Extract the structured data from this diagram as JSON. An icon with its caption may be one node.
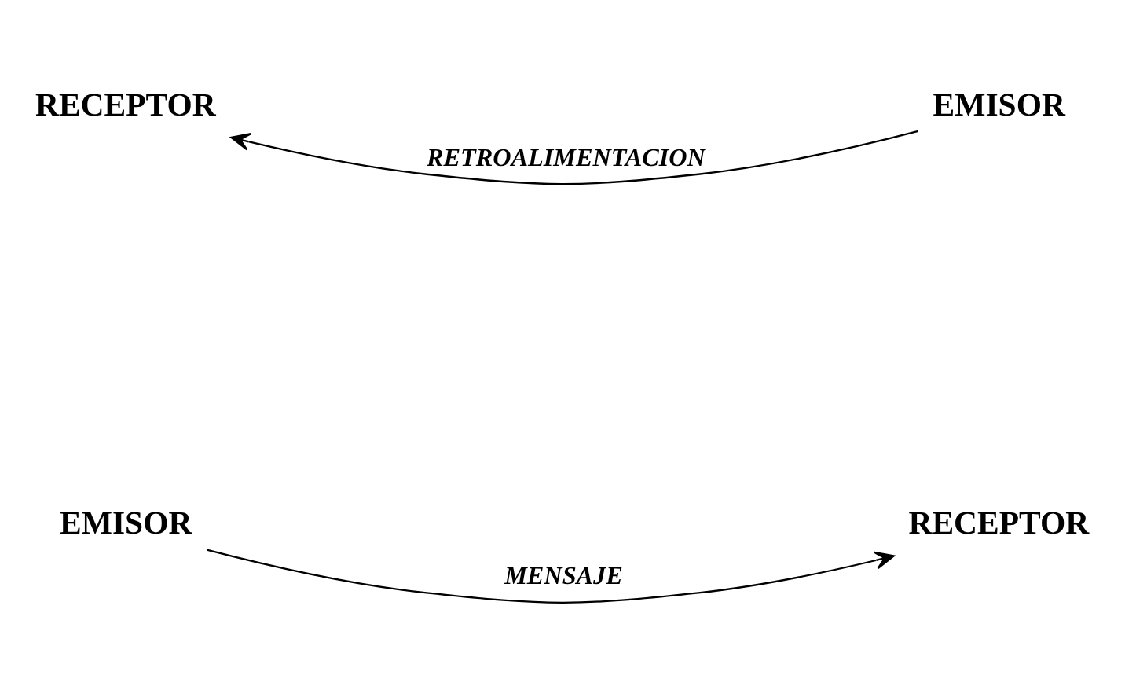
{
  "diagram": {
    "nodes": [
      {
        "text": [
          "EMISOR"
        ]
      },
      {
        "text": [
          "RECEPTOR"
        ]
      },
      {
        "text": [
          "RECEPTOR"
        ]
      },
      {
        "text": [
          "EMISOR"
        ]
      }
    ],
    "edges": [
      {
        "from": 0,
        "to": 1,
        "arrow": "to",
        "label": "MENSAJE"
      },
      {
        "from": 3,
        "to": 2,
        "arrow": "to",
        "label": "RETROALIMENTACION"
      }
    ]
  }
}
